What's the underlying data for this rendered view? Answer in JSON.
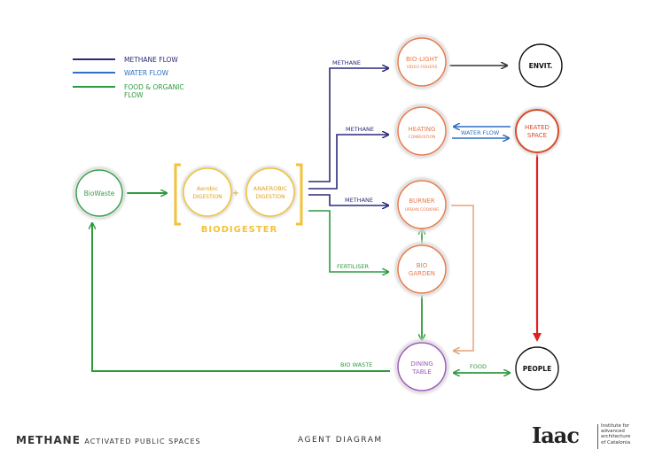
{
  "legend": {
    "methane": "METHANE FLOW",
    "water": "WATER FLOW",
    "food_line1": "FOOD & ORGANIC",
    "food_line2": "FLOW"
  },
  "nodes": {
    "biowaste": "BioWaste",
    "aerobic_1": "Aerobic",
    "aerobic_2": "DIGESTION",
    "anaerobic_1": "ANAEROBIC",
    "anaerobic_2": "DIGESTION",
    "biodigester": "BIODIGESTER",
    "biolight_1": "BIO-LIGHT",
    "biolight_2": "VIDEO FISHERS",
    "heating_1": "HEATING",
    "heating_2": "COMBUSTION",
    "burner_1": "BURNER",
    "burner_2": "URBAN COOKING",
    "biogarden_1": "BIO",
    "biogarden_2": "GARDEN",
    "dining_1": "DINING",
    "dining_2": "TABLE",
    "envit": "ENVIT.",
    "heated_1": "HEATED",
    "heated_2": "SPACE",
    "people": "PEOPLE"
  },
  "edge_labels": {
    "methane_1": "METHANE",
    "methane_2": "METHANE",
    "methane_3": "METHANE",
    "water_flow": "WATER FLOW",
    "fertiliser": "FERTILISER",
    "bio_waste": "BIO WASTE",
    "food": "FOOD"
  },
  "footer": {
    "title_big": "METHANE",
    "title_small": "ACTIVATED PUBLIC SPACES",
    "agent": "AGENT DIAGRAM"
  },
  "logo": {
    "mark": "Iaac",
    "line1": "Institute for",
    "line2": "advanced",
    "line3": "architecture",
    "line4": "of Catalonia"
  },
  "colors": {
    "methane": "#2b2a7a",
    "water": "#2f6fc4",
    "food": "#2e9a3e",
    "heated_to_people": "#e02020",
    "burner_to_dining": "#e8a27a",
    "biolight_to_envit": "#333333",
    "biodigester": "#f2c23a",
    "node_orange": "#e97a4a",
    "node_green": "#3aa04a",
    "node_purple": "#a05ab8",
    "node_red": "#d84a2a",
    "node_black": "#111111"
  }
}
